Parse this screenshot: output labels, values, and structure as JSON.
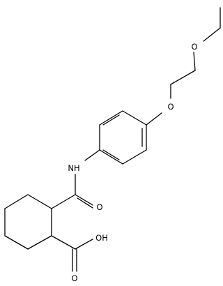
{
  "molecule": {
    "atoms": {
      "ether_o_top": "O",
      "ether_o_aryl": "O",
      "amide_nh": "NH",
      "amide_o": "O",
      "acid_oh": "OH",
      "acid_o": "O"
    },
    "colors": {
      "bond": "#000000",
      "label": "#000000",
      "background": "#ffffff"
    }
  }
}
